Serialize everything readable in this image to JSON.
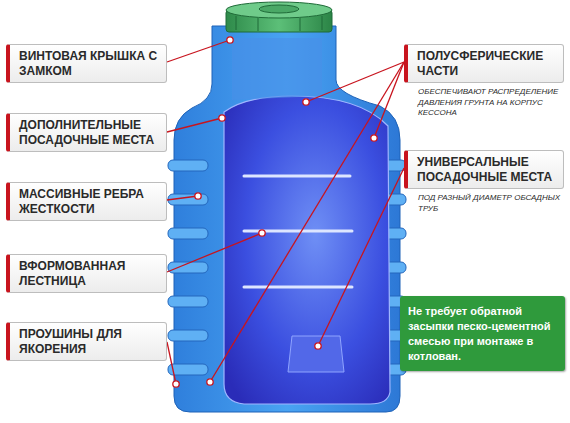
{
  "diagram": {
    "nodes": [
      {
        "text": [
          "ВИНТОВАЯ КРЫШКА С ЗАМКОМ"
        ]
      },
      {
        "text": [
          "ДОПОЛНИТЕЛЬНЫЕ ПОСАДОЧНЫЕ МЕСТА"
        ]
      },
      {
        "text": [
          "МАССИВНЫЕ РЕБРА ЖЕСТКОСТИ"
        ]
      },
      {
        "text": [
          "ВФОРМОВАННАЯ ЛЕСТНИЦА"
        ]
      },
      {
        "text": [
          "ПРОУШИНЫ ДЛЯ ЯКОРЕНИЯ"
        ]
      },
      {
        "text": [
          "ПОЛУСФЕРИЧЕСКИЕ ЧАСТИ",
          "ОБЕСПЕЧИВАЮТ РАСПРЕДЕЛЕНИЕ ДАВЛЕНИЯ ГРУНТА НА КОРПУС КЕССОНА"
        ]
      },
      {
        "text": [
          "УНИВЕРСАЛЬНЫЕ ПОСАДОЧНЫЕ МЕСТА",
          "ПОД РАЗНЫЙ ДИАМЕТР ОБСАДНЫХ ТРУБ"
        ]
      },
      {
        "text": [
          "Не требует обратной засыпки песко-цементной смесью при монтаже в котлован."
        ]
      }
    ]
  }
}
